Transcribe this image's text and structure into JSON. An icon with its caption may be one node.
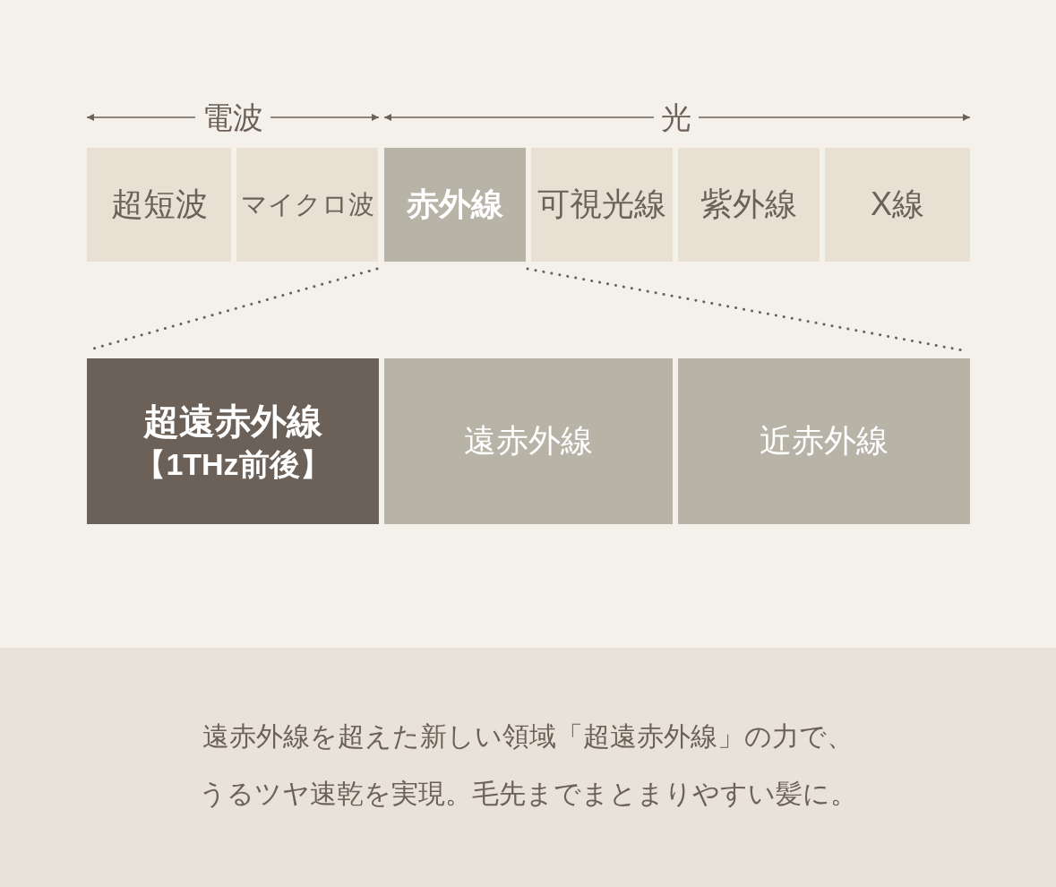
{
  "diagram": {
    "caption": "遠赤外線を超えた新しい領域「超遠赤外線」の力で、うるツヤ速乾を実現。毛先までまとまりやすい髪に。",
    "nodes": [
      {
        "text": [
          "超短波"
        ]
      },
      {
        "text": [
          "マイクロ波"
        ]
      },
      {
        "text": [
          "赤外線"
        ]
      },
      {
        "text": [
          "可視光線"
        ]
      },
      {
        "text": [
          "紫外線"
        ]
      },
      {
        "text": [
          "X線"
        ]
      },
      {
        "text": [
          "超遠赤外線",
          "【1THz前後】"
        ]
      },
      {
        "text": [
          "遠赤外線"
        ]
      },
      {
        "text": [
          "近赤外線"
        ]
      }
    ],
    "labels": [
      "電波",
      "光"
    ]
  }
}
